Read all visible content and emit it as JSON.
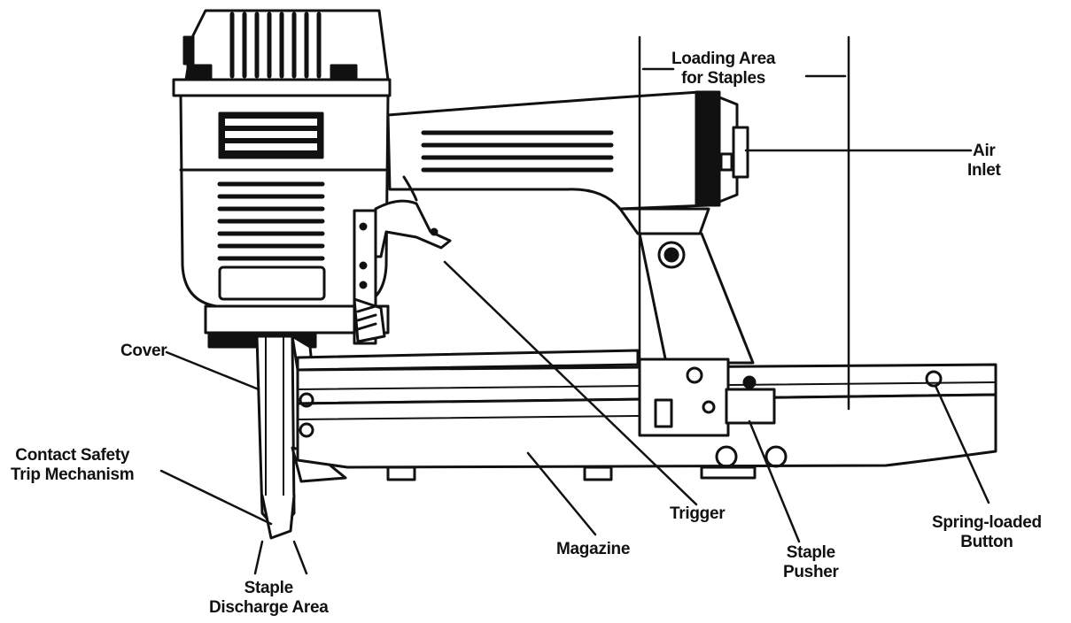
{
  "labels": {
    "loading_area": [
      "Loading Area",
      "for Staples"
    ],
    "air_inlet": [
      "Air",
      "Inlet"
    ],
    "cover": "Cover",
    "contact_safety": [
      "Contact Safety",
      "Trip Mechanism"
    ],
    "staple_discharge": [
      "Staple",
      "Discharge Area"
    ],
    "magazine": "Magazine",
    "trigger": "Trigger",
    "staple_pusher": [
      "Staple",
      "Pusher"
    ],
    "spring_button": [
      "Spring-loaded",
      "Button"
    ]
  }
}
